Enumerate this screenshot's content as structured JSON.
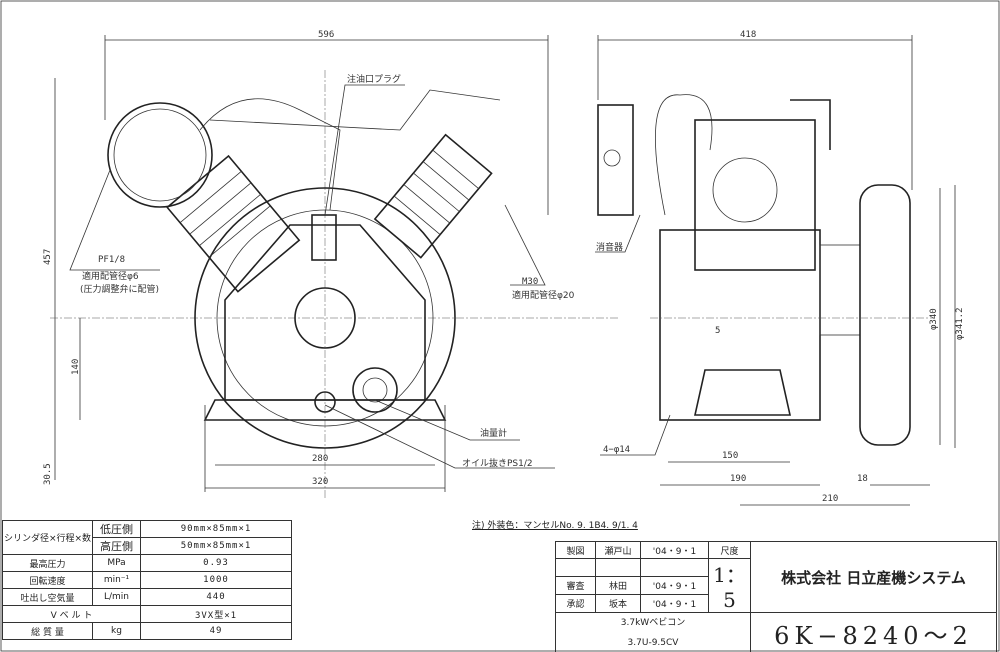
{
  "dimensions": {
    "front_width": "596",
    "side_width": "418",
    "height": "457",
    "shaft_height": "140",
    "base_height": "30.5",
    "bolt_pitch_front": "280",
    "base_width_front": "320",
    "bolt_pitch_side": "150",
    "base_width_side": "190",
    "pulley_offset": "210",
    "pulley_width": "18",
    "gap": "5",
    "pulley_dia": "φ340",
    "pulley_outer_dia": "φ341.2",
    "mount_holes": "4−φ14"
  },
  "callouts": {
    "oil_fill_plug": "注油口プラグ",
    "pf_port": "PF1/8",
    "pf_pipe": "適用配管径φ6",
    "pf_note": "(圧力調整弁に配管)",
    "m30_port": "M30",
    "m30_pipe": "適用配管径φ20",
    "silencer": "消音器",
    "oil_gauge": "油量計",
    "oil_drain": "オイル抜きPS1/2"
  },
  "note": "注) 外装色：マンセルNo. 9. 1B4. 9/1. 4",
  "spec_table": {
    "cylinder_label": "シリンダ径×行程×数",
    "low_side": "低圧側",
    "low_value": "90mm×85mm×1",
    "high_side": "高圧側",
    "high_value": "50mm×85mm×1",
    "rows": [
      {
        "label": "最高圧力",
        "unit": "MPa",
        "value": "0.93"
      },
      {
        "label": "回転速度",
        "unit": "min⁻¹",
        "value": "1000"
      },
      {
        "label": "吐出し空気量",
        "unit": "L/min",
        "value": "440"
      },
      {
        "label": "V ベ ル ト",
        "unit": "",
        "value": "3VX型×1"
      },
      {
        "label": "総 質 量",
        "unit": "kg",
        "value": "49"
      }
    ]
  },
  "title_block": {
    "drawn_label": "製図",
    "drawn_by": "瀬戸山",
    "drawn_date": "'04・9・1",
    "checked_label": "審査",
    "checked_by": "林田",
    "checked_date": "'04・9・1",
    "approved_label": "承認",
    "approved_by": "坂本",
    "approved_date": "'04・9・1",
    "scale_label": "尺度",
    "scale": "1：5",
    "company": "株式会社 日立産機システム",
    "product_line1": "3.7kWベビコン",
    "product_line2": "3.7U-9.5CV",
    "drawing_number": "6K−8240〜2"
  }
}
